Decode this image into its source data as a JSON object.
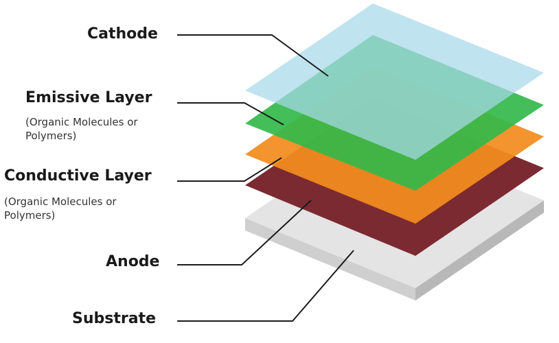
{
  "layers": [
    {
      "id": "cathode",
      "label": "Cathode",
      "color": "#a8d8ea"
    },
    {
      "id": "emissive",
      "label": "Emissive Layer",
      "sublabel_line1": "(Organic Molecules or",
      "sublabel_line2": "Polymers)",
      "color": "#33b84a"
    },
    {
      "id": "conductive",
      "label": "Conductive Layer",
      "sublabel_line1": "(Organic Molecules or",
      "sublabel_line2": "Polymers)",
      "color": "#f28c1e"
    },
    {
      "id": "anode",
      "label": "Anode",
      "color": "#7b2a32"
    },
    {
      "id": "substrate",
      "label": "Substrate",
      "color": "#e4e4e4"
    }
  ],
  "colors": {
    "leader_line": "#1a1a1a",
    "substrate_side": "#b8b8b8",
    "substrate_front": "#cfcfcf"
  }
}
